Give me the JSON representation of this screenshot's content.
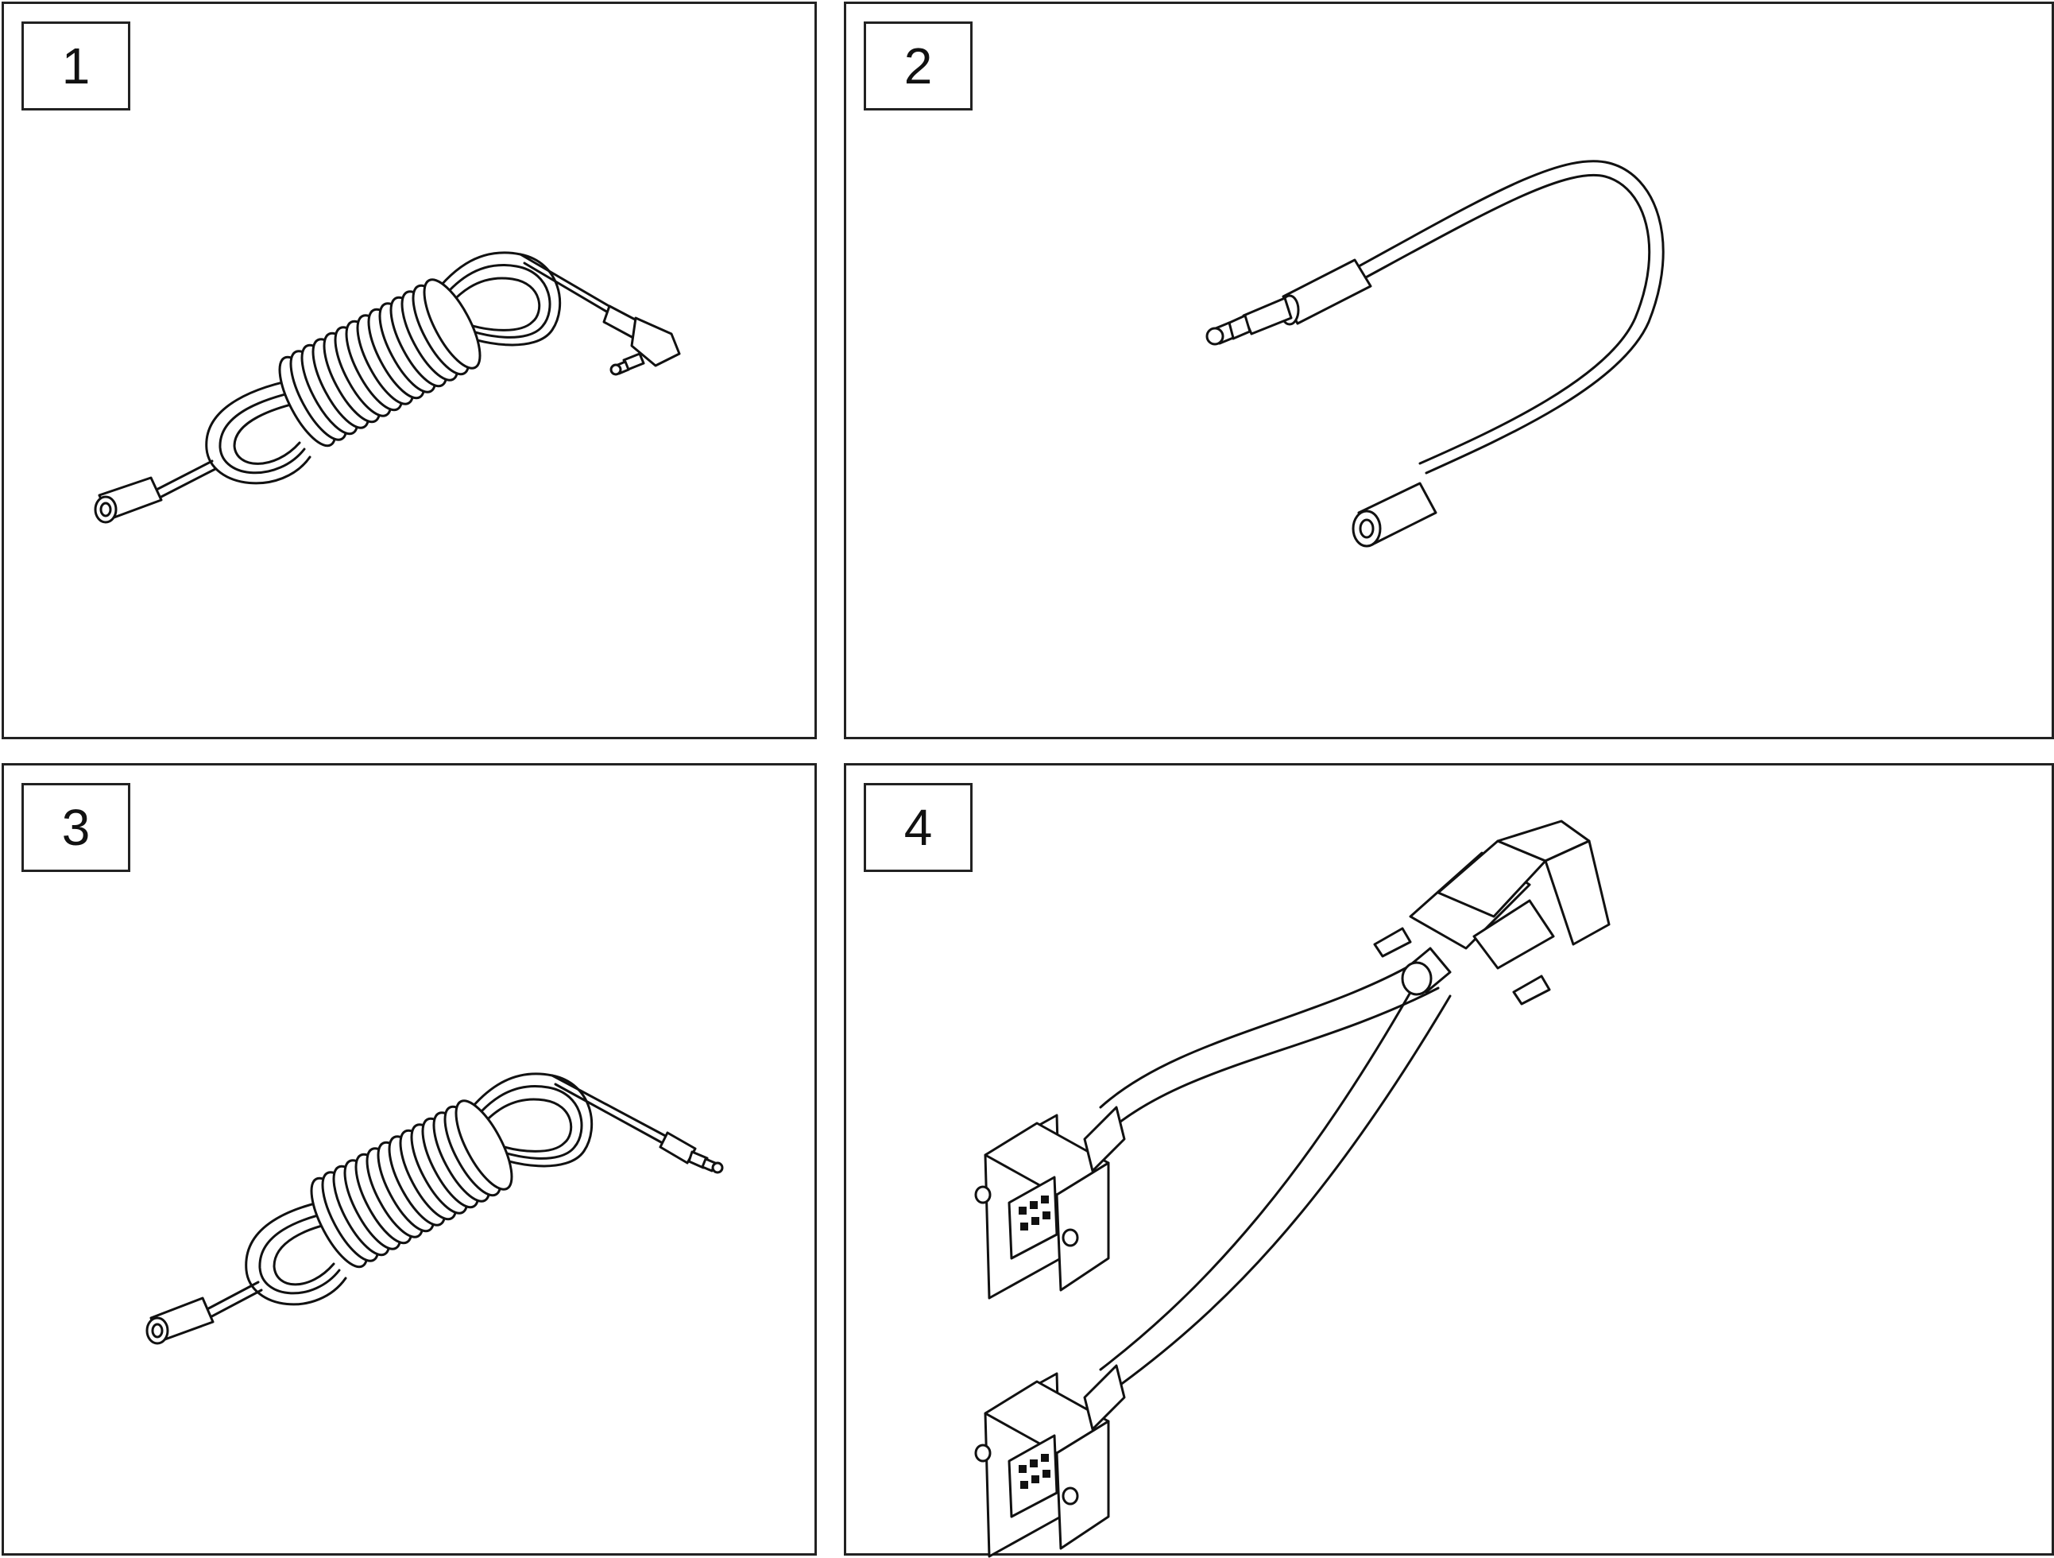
{
  "panels": [
    {
      "label": "1",
      "icon": "coiled-cable-right-angle-plug-icon"
    },
    {
      "label": "2",
      "icon": "short-audio-extension-cable-icon"
    },
    {
      "label": "3",
      "icon": "coiled-cable-straight-plug-icon"
    },
    {
      "label": "4",
      "icon": "db9-y-splitter-cable-icon"
    }
  ],
  "colors": {
    "line": "#111111",
    "background": "#ffffff"
  }
}
